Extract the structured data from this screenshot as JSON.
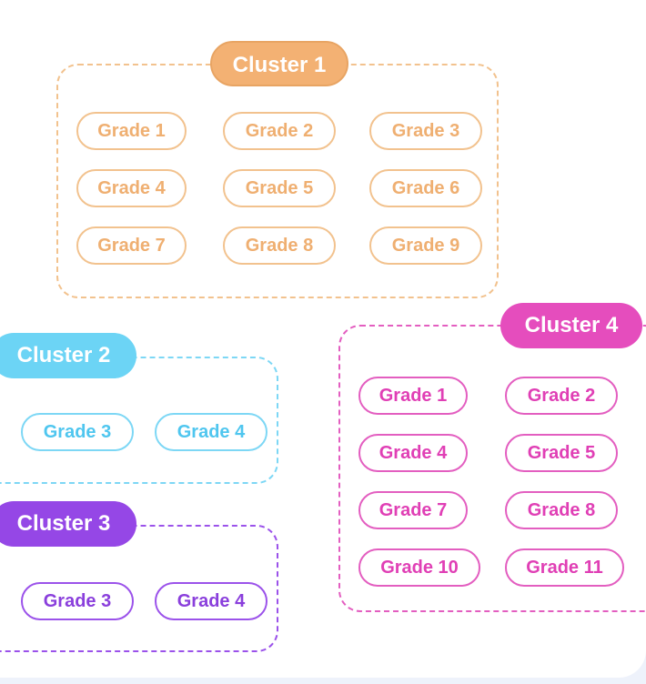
{
  "colors": {
    "cluster1": "#f3b173",
    "cluster2": "#6cd4f5",
    "cluster3": "#9547e6",
    "cluster4": "#e54dbd"
  },
  "clusters": [
    {
      "title": "Cluster 1",
      "grades": [
        "Grade 1",
        "Grade 2",
        "Grade 3",
        "Grade 4",
        "Grade 5",
        "Grade 6",
        "Grade 7",
        "Grade 8",
        "Grade 9"
      ]
    },
    {
      "title": "Cluster 2",
      "grades": [
        "Grade 3",
        "Grade 4"
      ]
    },
    {
      "title": "Cluster 3",
      "grades": [
        "Grade 3",
        "Grade 4"
      ]
    },
    {
      "title": "Cluster 4",
      "grades": [
        "Grade 1",
        "Grade 2",
        "Grade 4",
        "Grade 5",
        "Grade 7",
        "Grade 8",
        "Grade 10",
        "Grade 11"
      ]
    }
  ]
}
